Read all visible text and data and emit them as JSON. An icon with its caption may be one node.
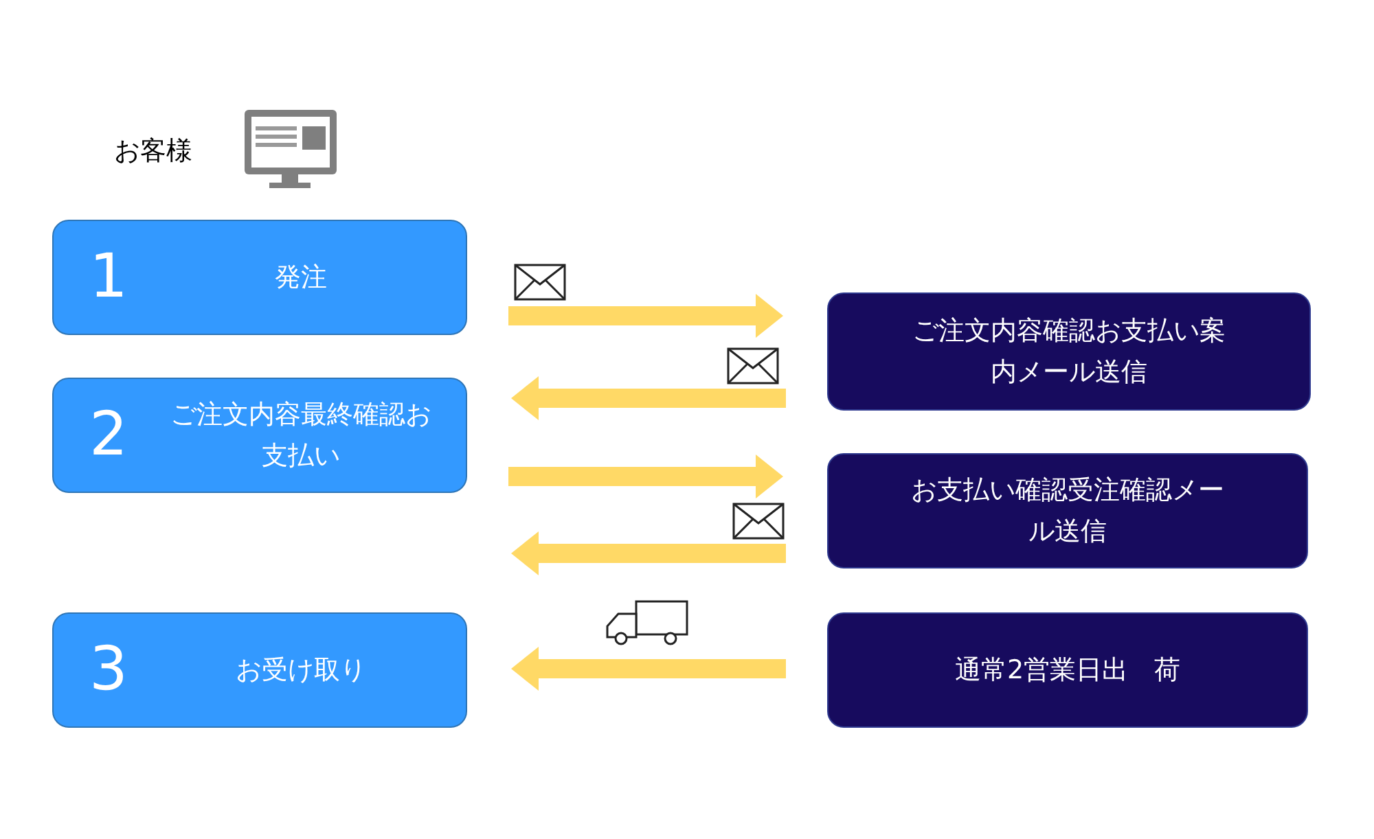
{
  "diagram": {
    "nodes": [
      {
        "text": [
          "1",
          "発注"
        ]
      },
      {
        "text": [
          "2",
          "ご注文内容最終確認お支払い"
        ]
      },
      {
        "text": [
          "3",
          "お受け取り"
        ]
      },
      {
        "text": [
          "ご注文内容確認お支払い案内メール送信"
        ]
      },
      {
        "text": [
          "お支払い確認受注確認メール送信"
        ]
      },
      {
        "text": [
          "通常2営業日出　荷"
        ]
      }
    ],
    "edges": [
      {
        "from": 0,
        "to": 3,
        "arrow": "to"
      },
      {
        "from": 3,
        "to": 1,
        "arrow": "to"
      },
      {
        "from": 1,
        "to": 4,
        "arrow": "to"
      },
      {
        "from": 4,
        "to": null,
        "arrow": "to"
      },
      {
        "from": 5,
        "to": 2,
        "arrow": "to"
      }
    ],
    "labels": [
      "お客様"
    ]
  }
}
